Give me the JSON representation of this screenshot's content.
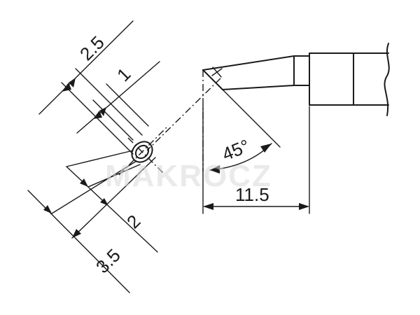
{
  "diagram": {
    "dimensions": {
      "width_outer": "3.5",
      "width_tip": "2.5",
      "flat_face": "1",
      "thickness": "2",
      "length": "11.5",
      "angle": "45°"
    },
    "watermark": "MAKROCZ"
  }
}
